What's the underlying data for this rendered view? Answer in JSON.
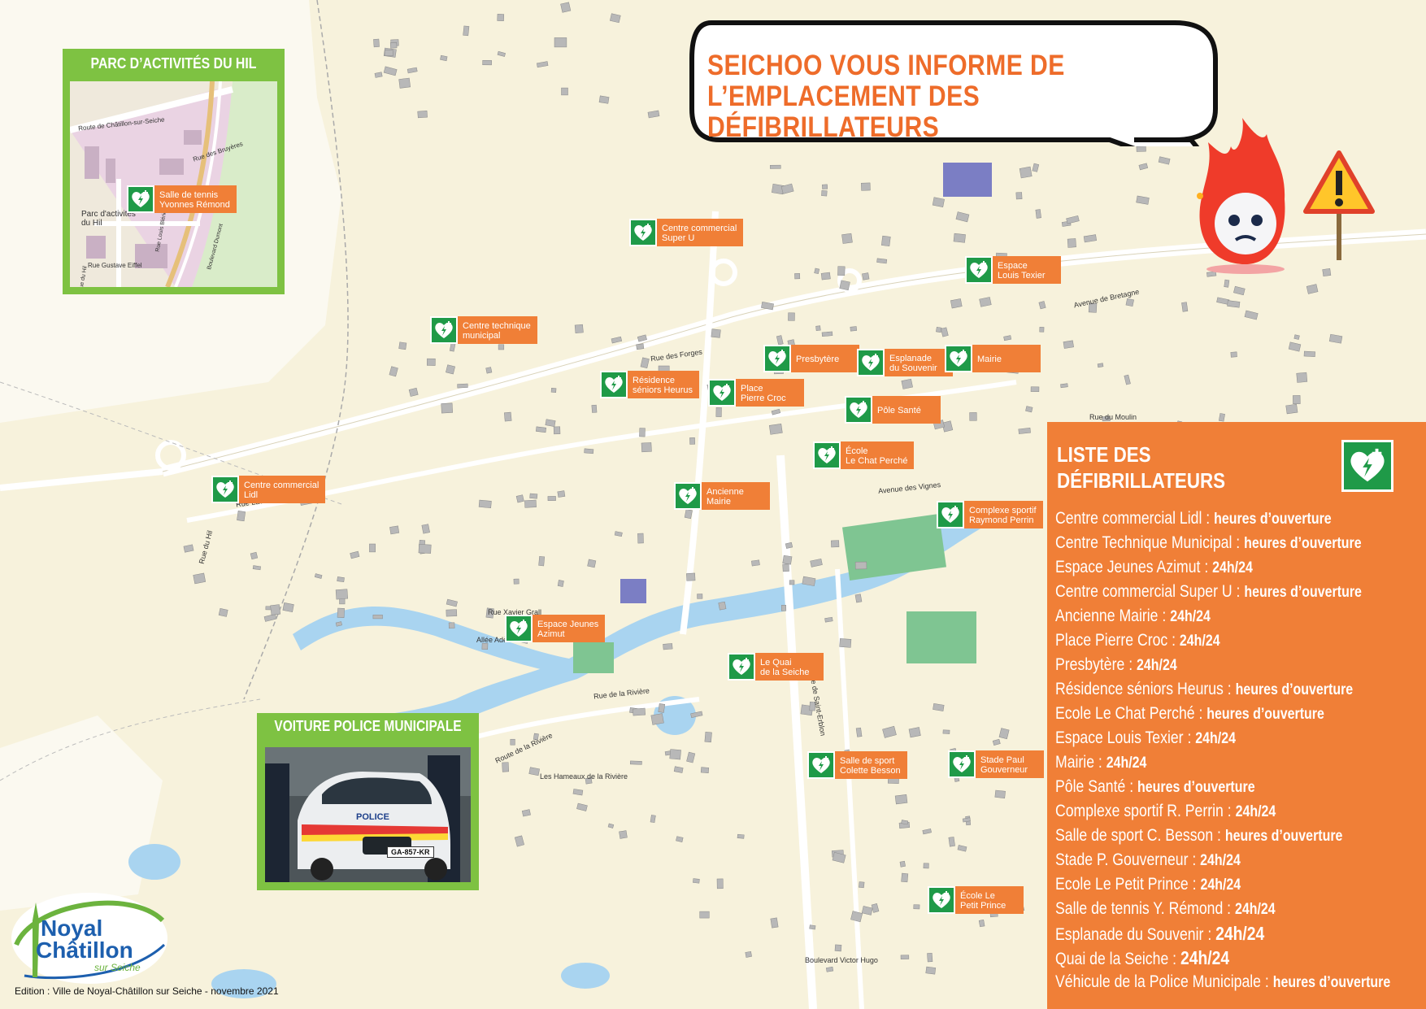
{
  "bubble": {
    "text": "SEICHOO VOUS INFORME DE\nL’EMPLACEMENT DES DÉFIBRILLATEURS"
  },
  "inset": {
    "title": "PARC D’ACTIVITÉS DU HIL",
    "marker_label": "Salle de tennis\nYvonnes Rémond",
    "streets": [
      "Route de Châtillon-sur-Seiche",
      "Rue des Bruyères",
      "Parc d'activités\ndu Hil",
      "Rue Gustave Eiffel",
      "Rue du Hil",
      "Rue Louis Blériot",
      "Boulevard Dumont"
    ]
  },
  "police": {
    "title": "VOITURE POLICE MUNICIPALE",
    "car_text": "POLICE",
    "plate": "GA-857-KR"
  },
  "markers": [
    {
      "label": "Centre commercial\nSuper U"
    },
    {
      "label": "Espace\nLouis Texier"
    },
    {
      "label": "Centre technique\nmunicipal"
    },
    {
      "label": "Presbytère"
    },
    {
      "label": "Esplanade\ndu Souvenir"
    },
    {
      "label": "Mairie"
    },
    {
      "label": "Résidence\nséniors Heurus"
    },
    {
      "label": "Place\nPierre Croc"
    },
    {
      "label": "Pôle Santé"
    },
    {
      "label": "École\nLe Chat Perché"
    },
    {
      "label": "Centre commercial\nLidl"
    },
    {
      "label": "Ancienne\nMairie"
    },
    {
      "label": "Complexe sportif\nRaymond Perrin"
    },
    {
      "label": "Espace Jeunes\nAzimut"
    },
    {
      "label": "Le Quai\nde la Seiche"
    },
    {
      "label": "Salle de sport\nColette Besson"
    },
    {
      "label": "Stade Paul\nGouverneur"
    },
    {
      "label": "École Le\nPetit Prince"
    }
  ],
  "streets": [
    "Rue du Hil",
    "Rue des Forges",
    "Les Hameaux de la Rivière",
    "Boulevard Victor Hugo",
    "Rue de la Rivière",
    "Rue de Saint-Erblon",
    "Avenue des Vignes",
    "Avenue de Bretagne",
    "Rue du Moulin",
    "Rue Xavier Grall",
    "Allée Adèle",
    "Route de la Rivière",
    "Rue Laveuse"
  ],
  "list": {
    "title": "LISTE DES\nDÉFIBRILLATEURS",
    "items": [
      {
        "name": "Centre commercial Lidl : ",
        "hours": "heures d’ouverture"
      },
      {
        "name": "Centre Technique Municipal : ",
        "hours": "heures d’ouverture"
      },
      {
        "name": "Espace Jeunes Azimut : ",
        "hours": "24h/24"
      },
      {
        "name": "Centre commercial Super U : ",
        "hours": "heures d’ouverture"
      },
      {
        "name": "Ancienne Mairie : ",
        "hours": "24h/24"
      },
      {
        "name": "Place Pierre Croc : ",
        "hours": "24h/24"
      },
      {
        "name": "Presbytère : ",
        "hours": "24h/24"
      },
      {
        "name": "Résidence séniors Heurus : ",
        "hours": "heures d’ouverture"
      },
      {
        "name": "Ecole Le Chat Perché : ",
        "hours": "heures d’ouverture"
      },
      {
        "name": "Espace Louis Texier : ",
        "hours": "24h/24"
      },
      {
        "name": "Mairie : ",
        "hours": "24h/24"
      },
      {
        "name": "Pôle Santé : ",
        "hours": "heures d’ouverture"
      },
      {
        "name": "Complexe sportif R. Perrin : ",
        "hours": "24h/24"
      },
      {
        "name": "Salle de sport C. Besson : ",
        "hours": "heures d’ouverture"
      },
      {
        "name": "Stade P. Gouverneur : ",
        "hours": "24h/24"
      },
      {
        "name": "Ecole Le Petit Prince : ",
        "hours": "24h/24"
      },
      {
        "name": "Salle de tennis Y. Rémond : ",
        "hours": "24h/24"
      },
      {
        "name": "Esplanade du Souvenir : ",
        "hours": "24h/24"
      },
      {
        "name": "Quai de la Seiche : ",
        "hours": "24h/24"
      },
      {
        "name": "Véhicule de la Police Municipale : ",
        "hours": "heures d’ouverture"
      }
    ]
  },
  "logo": {
    "line1": "Noyal",
    "line2": "Châtillon",
    "line3": "sur Seiche"
  },
  "edition": "Edition : Ville de Noyal-Châtillon sur Seiche - novembre 2021",
  "colors": {
    "orange": "#f07f37",
    "green_aed": "#1f9a48",
    "inset_green": "#7ec242",
    "river": "#a9d4f0",
    "map_bg": "#f7f2dc",
    "logo_blue": "#1d5fae"
  }
}
